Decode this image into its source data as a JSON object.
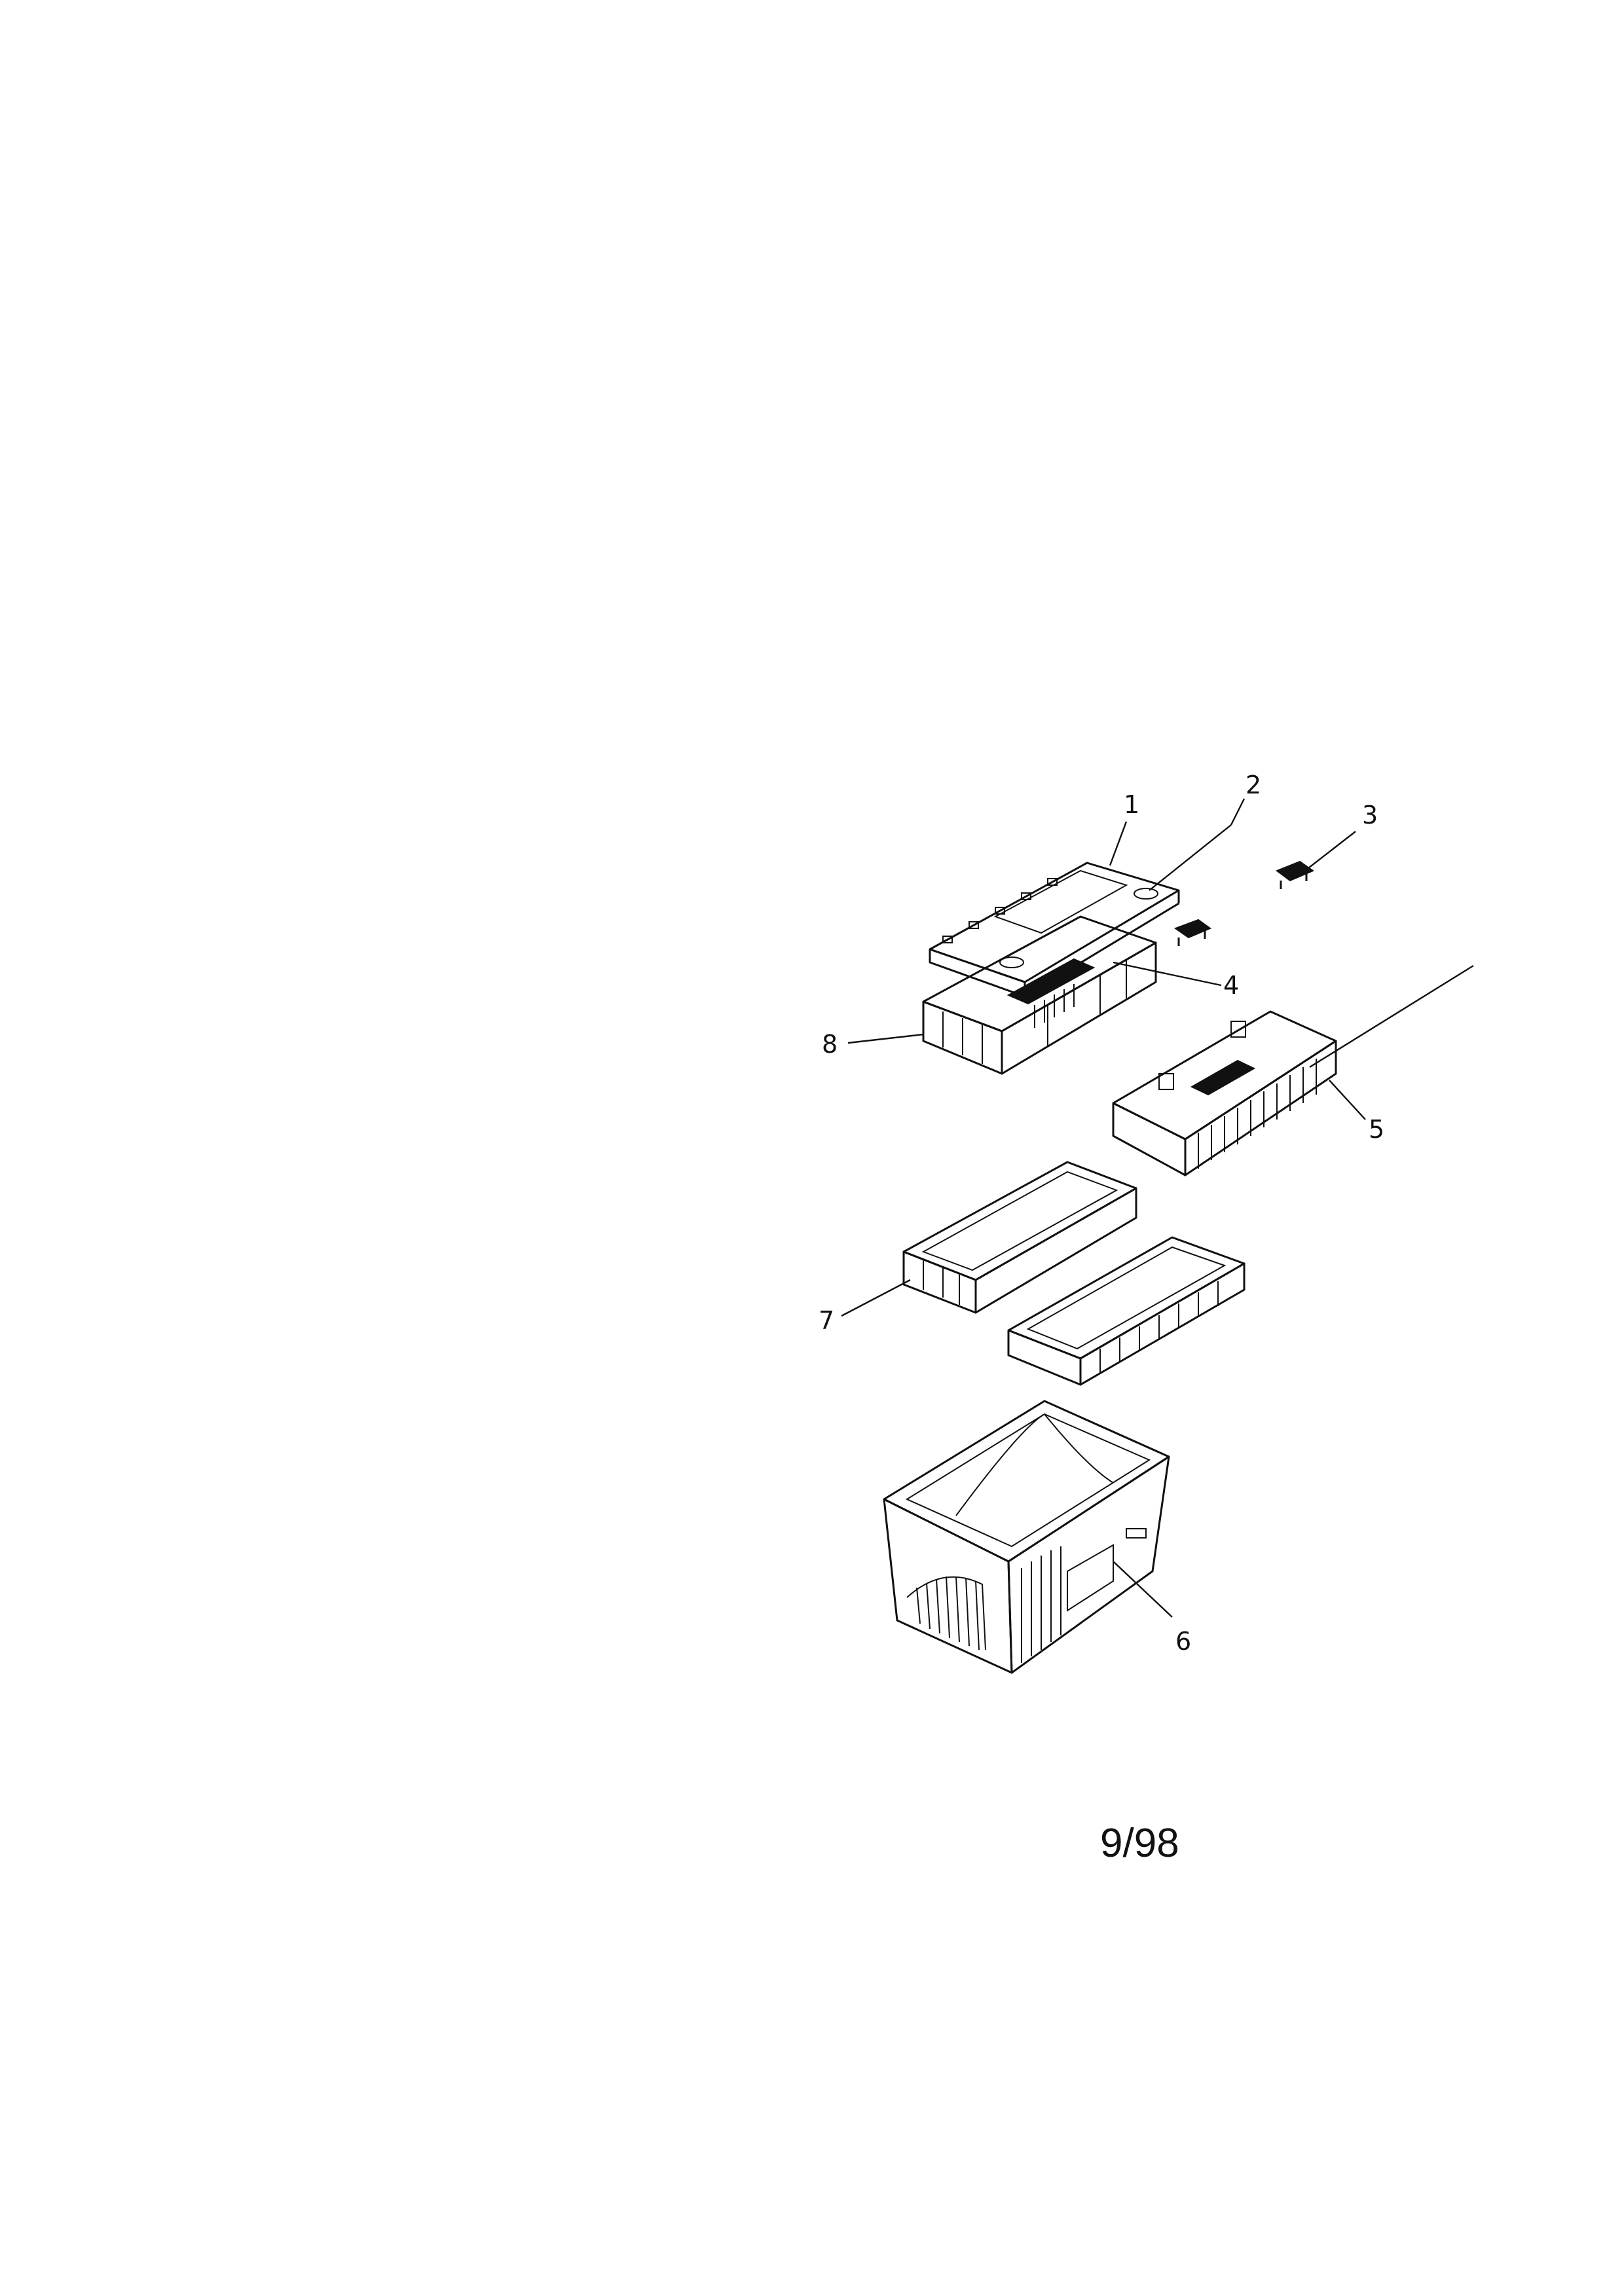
{
  "diagram": {
    "callouts": [
      {
        "id": "1",
        "label": "1"
      },
      {
        "id": "2",
        "label": "2"
      },
      {
        "id": "3",
        "label": "3"
      },
      {
        "id": "4",
        "label": "4"
      },
      {
        "id": "5",
        "label": "5"
      },
      {
        "id": "6",
        "label": "6"
      },
      {
        "id": "7",
        "label": "7"
      },
      {
        "id": "8",
        "label": "8"
      }
    ]
  },
  "footer": {
    "page_code": "9/98"
  },
  "colors": {
    "ink": "#111111",
    "paper": "#ffffff"
  }
}
